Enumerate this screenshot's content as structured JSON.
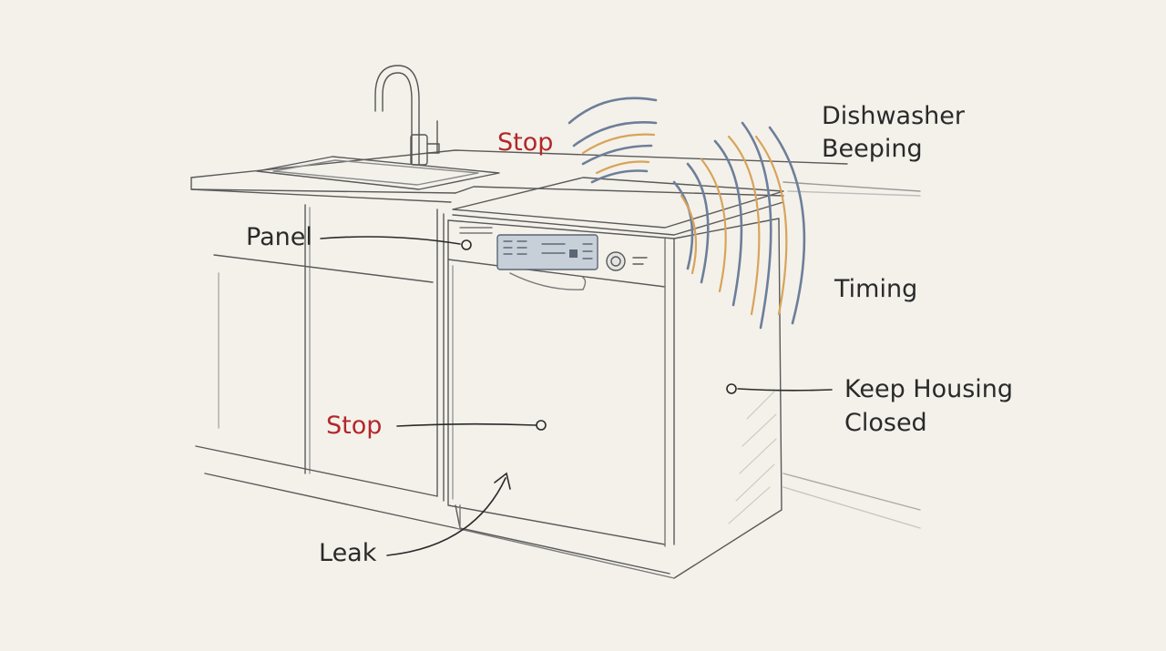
{
  "labels": {
    "title_line1": "Dishwasher",
    "title_line2": "Beeping",
    "stop_top": "Stop",
    "panel": "Panel",
    "timing": "Timing",
    "keep_housing_line1": "Keep Housing",
    "keep_housing_line2": "Closed",
    "stop_door": "Stop",
    "leak": "Leak"
  },
  "colors": {
    "background": "#f3f1ea",
    "ink": "#2a2a2a",
    "warning": "#b3272a",
    "wave_blue": "#6d7e99",
    "wave_orange": "#d9a35a"
  }
}
